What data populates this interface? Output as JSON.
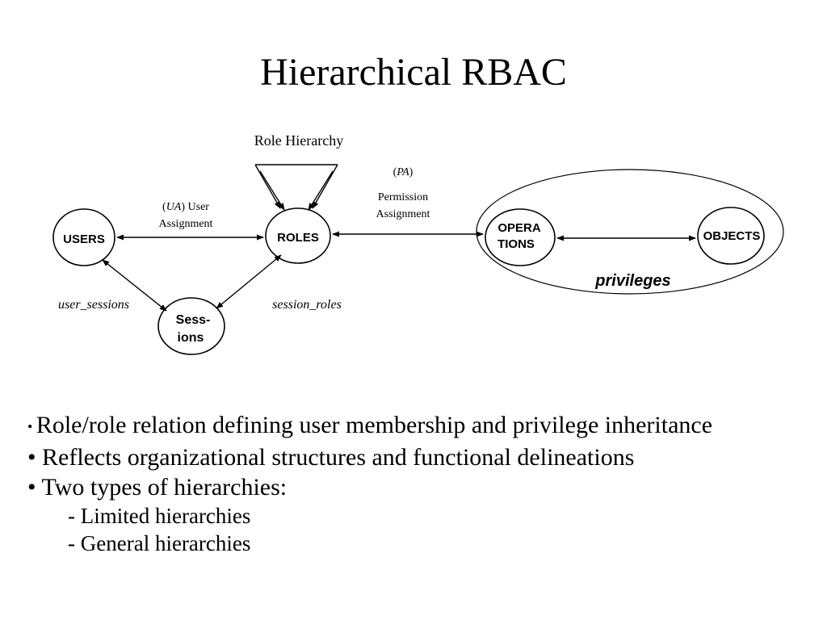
{
  "title": "Hierarchical RBAC",
  "diagram": {
    "role_hierarchy_label": "Role Hierarchy",
    "ua_label_abbrev": "UA",
    "ua_label_rest": " User",
    "ua_label_line2": "Assignment",
    "pa_label_abbrev": "PA",
    "pa_label_line1": "Permission",
    "pa_label_line2": "Assignment",
    "nodes": {
      "users": "USERS",
      "roles": "ROLES",
      "sessions_line1": "Sess-",
      "sessions_line2": "ions",
      "operations_line1": "OPERA",
      "operations_line2": "TIONS",
      "objects": "OBJECTS"
    },
    "privileges_label": "privileges",
    "user_sessions_label": "user_sessions",
    "session_roles_label": "session_roles"
  },
  "bullets": [
    "Role/role relation defining user membership and privilege inheritance",
    "Reflects organizational structures and functional delineations",
    "Two types of hierarchies:"
  ],
  "sub_bullets": [
    "Limited hierarchies",
    "General hierarchies"
  ]
}
